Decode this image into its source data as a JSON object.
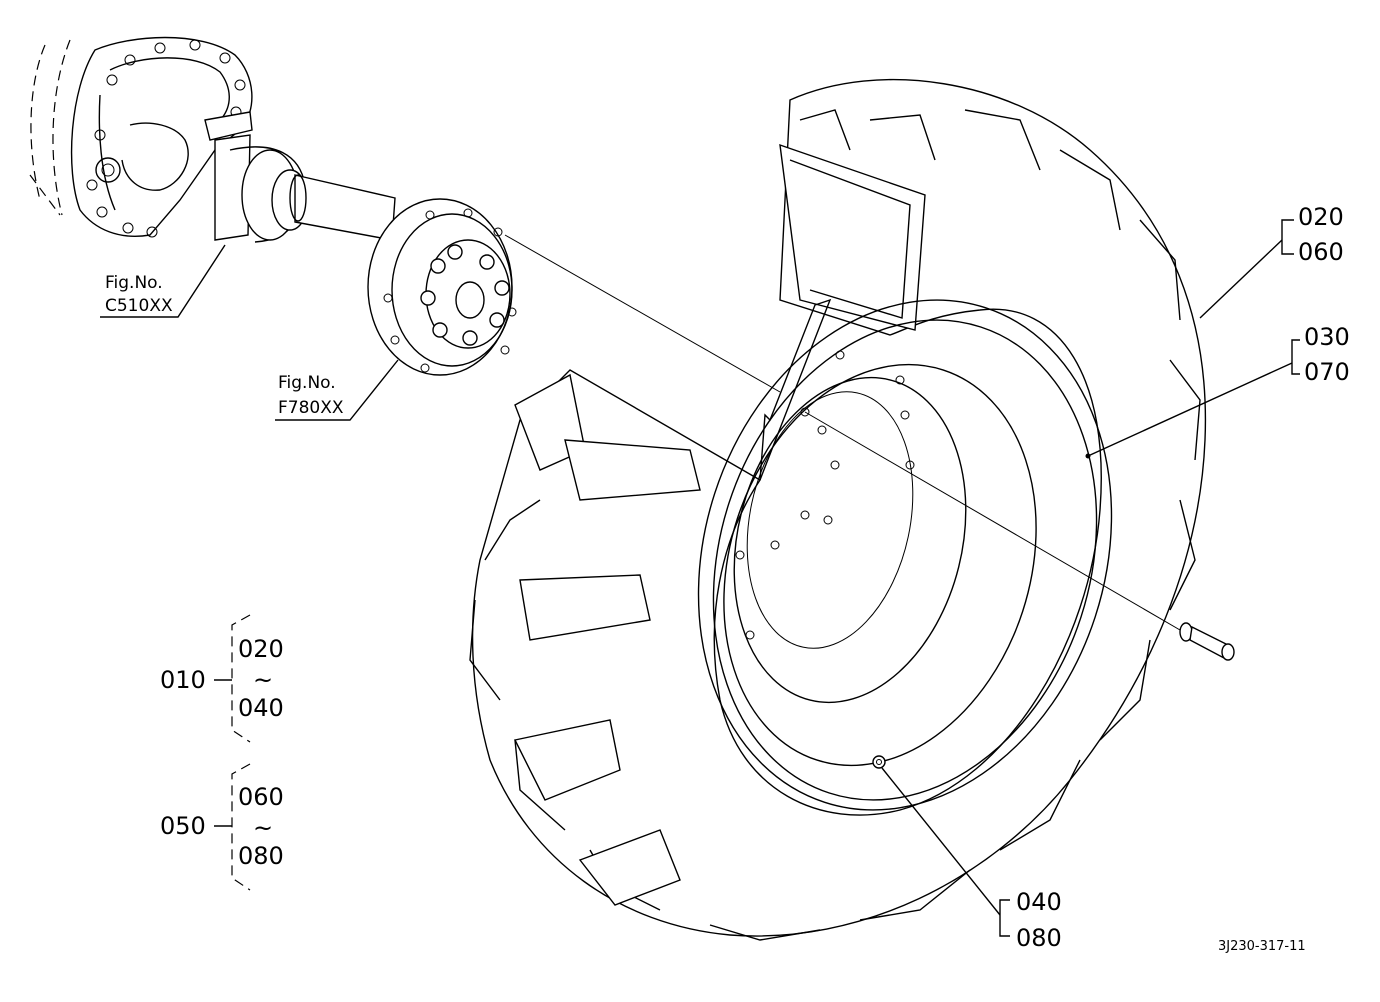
{
  "figure_refs": [
    {
      "line1": "Fig.No.",
      "line2": "C510XX"
    },
    {
      "line1": "Fig.No.",
      "line2": "F780XX"
    }
  ],
  "callouts": [
    {
      "top": "020",
      "bottom": "060"
    },
    {
      "top": "030",
      "bottom": "070"
    },
    {
      "top": "040",
      "bottom": "080"
    }
  ],
  "assemblies": [
    {
      "code": "010",
      "from": "020",
      "tilde": "~",
      "to": "040"
    },
    {
      "code": "050",
      "from": "060",
      "tilde": "~",
      "to": "080"
    }
  ],
  "drawing_number": "3J230-317-11"
}
